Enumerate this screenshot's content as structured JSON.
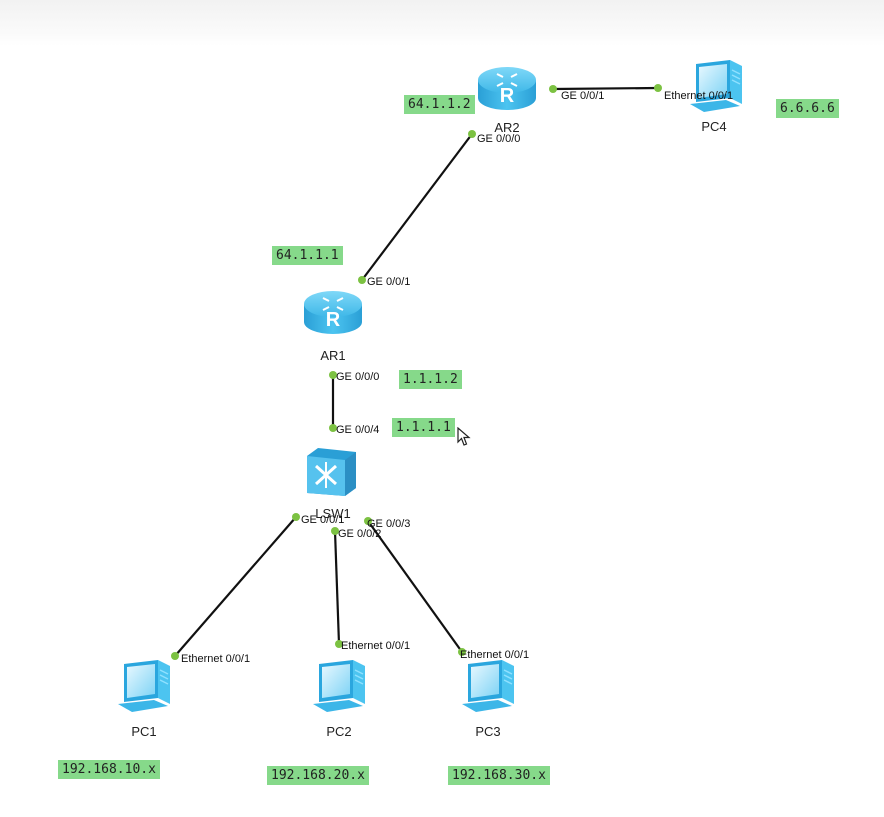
{
  "devices": {
    "ar1": {
      "name": "AR1"
    },
    "ar2": {
      "name": "AR2"
    },
    "lsw1": {
      "name": "LSW1"
    },
    "pc1": {
      "name": "PC1"
    },
    "pc2": {
      "name": "PC2"
    },
    "pc3": {
      "name": "PC3"
    },
    "pc4": {
      "name": "PC4"
    }
  },
  "ports": {
    "ar2_ge001": "GE 0/0/1",
    "ar2_ge000": "GE 0/0/0",
    "pc4_eth": "Ethernet 0/0/1",
    "ar1_ge001": "GE 0/0/1",
    "ar1_ge000": "GE 0/0/0",
    "lsw1_ge004": "GE 0/0/4",
    "lsw1_ge001": "GE 0/0/1",
    "lsw1_ge002": "GE 0/0/2",
    "lsw1_ge003": "GE 0/0/3",
    "pc1_eth": "Ethernet 0/0/1",
    "pc2_eth": "Ethernet 0/0/1",
    "pc3_eth": "Ethernet 0/0/1"
  },
  "ip_tags": {
    "ar2_wan": "64.1.1.2",
    "pc4_ip": "6.6.6.6",
    "ar1_wan": "64.1.1.1",
    "ar1_lan": "1.1.1.2",
    "lsw1_uplink": "1.1.1.1",
    "pc1_net": "192.168.10.x",
    "pc2_net": "192.168.20.x",
    "pc3_net": "192.168.30.x"
  },
  "colors": {
    "tag_bg": "#86d98a",
    "port_dot": "#7cc242",
    "link": "#111111",
    "router": "#3fb8e8",
    "switch": "#56c2ee",
    "pc": "#5cc7ef"
  },
  "icons": {
    "router": "router-icon",
    "switch": "switch-icon",
    "pc": "pc-icon",
    "cursor": "mouse-pointer-icon"
  }
}
